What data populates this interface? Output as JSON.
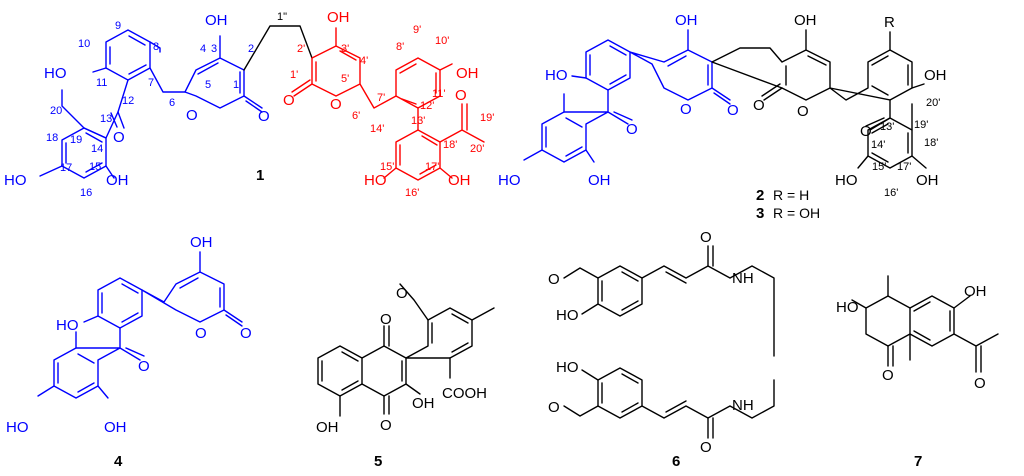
{
  "compounds": {
    "c1": {
      "id": "1"
    },
    "c2": {
      "id": "2",
      "legend": "R = H"
    },
    "c3": {
      "id": "3",
      "legend": "R = OH"
    },
    "c4": {
      "id": "4"
    },
    "c5": {
      "id": "5"
    },
    "c6": {
      "id": "6"
    },
    "c7": {
      "id": "7"
    }
  },
  "atoms": {
    "OH": "OH",
    "HO": "HO",
    "O": "O",
    "R": "R",
    "NH": "NH",
    "COOH": "COOH"
  },
  "numbering": {
    "n1pp": "1\"",
    "n1": "1",
    "n2": "2",
    "n3": "3",
    "n4": "4",
    "n5": "5",
    "n6": "6",
    "n7": "7",
    "n8": "8",
    "n9": "9",
    "n10": "10",
    "n11": "11",
    "n12": "12",
    "n13": "13",
    "n14": "14",
    "n15": "15",
    "n16": "16",
    "n17": "17",
    "n18": "18",
    "n19": "19",
    "n20": "20",
    "p1": "1'",
    "p2": "2'",
    "p3": "3'",
    "p4": "4'",
    "p5": "5'",
    "p6": "6'",
    "p7": "7'",
    "p8": "8'",
    "p9": "9'",
    "p10": "10'",
    "p11": "11'",
    "p12": "12'",
    "p13": "13'",
    "p14": "14'",
    "p15": "15'",
    "p16": "16'",
    "p17": "17'",
    "p18": "18'",
    "p19": "19'",
    "p20": "20'"
  },
  "colors": {
    "fragment_a": "#0000ff",
    "fragment_b": "#ff0000",
    "ink": "#000000"
  }
}
